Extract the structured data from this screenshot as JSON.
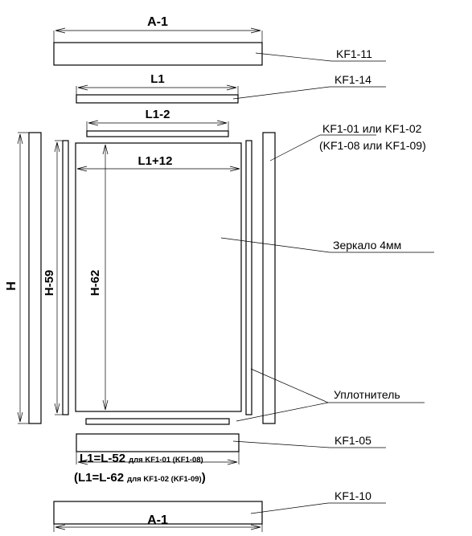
{
  "dimensions": {
    "top_width": "A-1",
    "l1": "L1",
    "l1_minus_2": "L1-2",
    "l1_plus_12": "L1+12",
    "height": "H",
    "h_minus_59": "H-59",
    "h_minus_62": "H-62",
    "bottom_width": "A-1"
  },
  "formulas": {
    "line1_main": "L1=L-52",
    "line1_note": "для KF1-01 (KF1-08)",
    "line2_open": "(L1=L-62",
    "line2_note": "для KF1-02 (KF1-09)",
    "line2_close": ")"
  },
  "labels": {
    "kf1_11": "KF1-11",
    "kf1_14": "KF1-14",
    "profile_line1": "KF1-01 или KF1-02",
    "profile_line2": "(KF1-08 или KF1-09)",
    "mirror": "Зеркало 4мм",
    "seal": "Уплотнитель",
    "kf1_05": "KF1-05",
    "kf1_10": "KF1-10"
  }
}
